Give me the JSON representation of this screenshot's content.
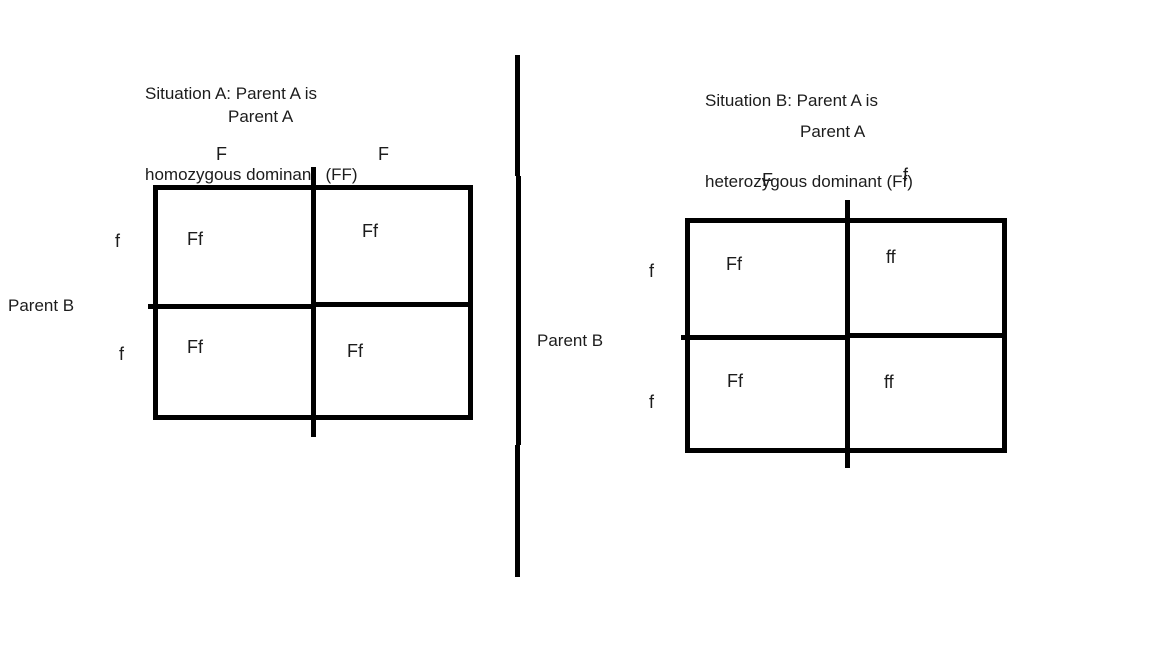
{
  "colors": {
    "background": "#ffffff",
    "line": "#000000",
    "text": "#1c1c1c"
  },
  "divider": {
    "name": "page-divider"
  },
  "situation_a": {
    "title_line1": "Situation A: Parent A is",
    "title_line2": "homozygous dominant  (FF)",
    "parent_a_label": "Parent A",
    "parent_b_label": "Parent B",
    "col_labels": [
      "F",
      "F"
    ],
    "row_labels": [
      "f",
      "f"
    ],
    "cells": [
      [
        "Ff",
        "Ff"
      ],
      [
        "Ff",
        "Ff"
      ]
    ]
  },
  "situation_b": {
    "title_line1": "Situation B: Parent A is",
    "title_line2": "heterozygous dominant (Ff)",
    "parent_a_label": "Parent A",
    "parent_b_label": "Parent B",
    "col_labels": [
      "F",
      "f"
    ],
    "row_labels": [
      "f",
      "f"
    ],
    "cells": [
      [
        "Ff",
        "ff"
      ],
      [
        "Ff",
        "ff"
      ]
    ]
  }
}
